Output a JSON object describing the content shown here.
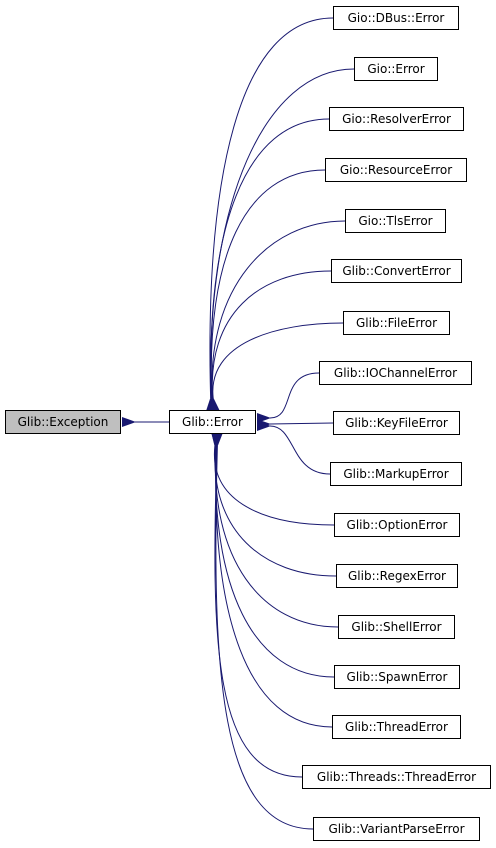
{
  "colors": {
    "edge": "#191970",
    "root_fill": "#bfbfbf",
    "node_fill": "#ffffff",
    "node_border": "#000000"
  },
  "diagram": {
    "root": "Glib::Exception",
    "hub": "Glib::Error",
    "children": [
      "Gio::DBus::Error",
      "Gio::Error",
      "Gio::ResolverError",
      "Gio::ResourceError",
      "Gio::TlsError",
      "Glib::ConvertError",
      "Glib::FileError",
      "Glib::IOChannelError",
      "Glib::KeyFileError",
      "Glib::MarkupError",
      "Glib::OptionError",
      "Glib::RegexError",
      "Glib::ShellError",
      "Glib::SpawnError",
      "Glib::ThreadError",
      "Glib::Threads::ThreadError",
      "Glib::VariantParseError"
    ]
  }
}
